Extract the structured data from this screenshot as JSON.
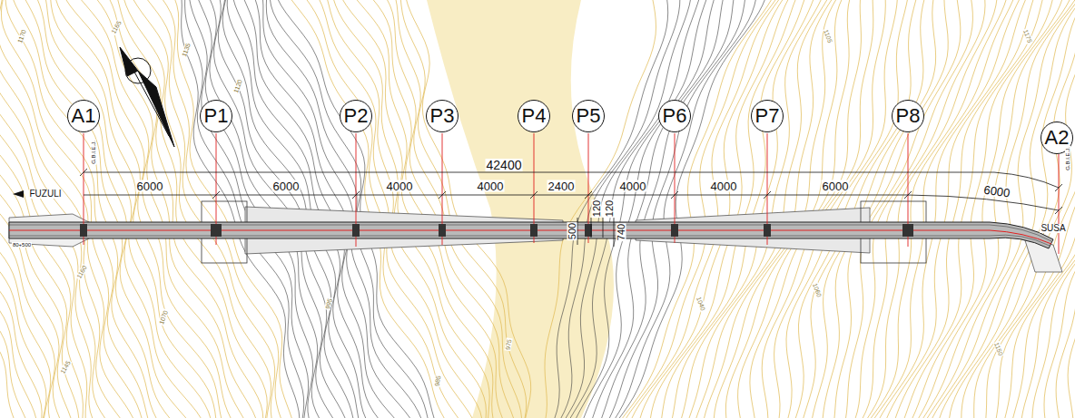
{
  "diagram": {
    "nodes": [
      {
        "text": [
          "A1"
        ]
      },
      {
        "text": [
          "P1"
        ]
      },
      {
        "text": [
          "P2"
        ]
      },
      {
        "text": [
          "P3"
        ]
      },
      {
        "text": [
          "P4"
        ]
      },
      {
        "text": [
          "P5"
        ]
      },
      {
        "text": [
          "P6"
        ]
      },
      {
        "text": [
          "P7"
        ]
      },
      {
        "text": [
          "P8"
        ]
      },
      {
        "text": [
          "A2"
        ]
      }
    ],
    "labels": [
      "42400",
      "6000",
      "6000",
      "4000",
      "4000",
      "2400",
      "4000",
      "4000",
      "6000",
      "6000",
      "500",
      "120",
      "120",
      "740",
      "FUZULI",
      "SUSA",
      "G.B.I.E.J.",
      "G.B.I.E.J.",
      "80+500",
      "1170",
      "1165",
      "1160",
      "1145",
      "1135",
      "1120",
      "1070",
      "995",
      "985",
      "975",
      "1040",
      "1060",
      "1105",
      "1150",
      "1175"
    ]
  }
}
